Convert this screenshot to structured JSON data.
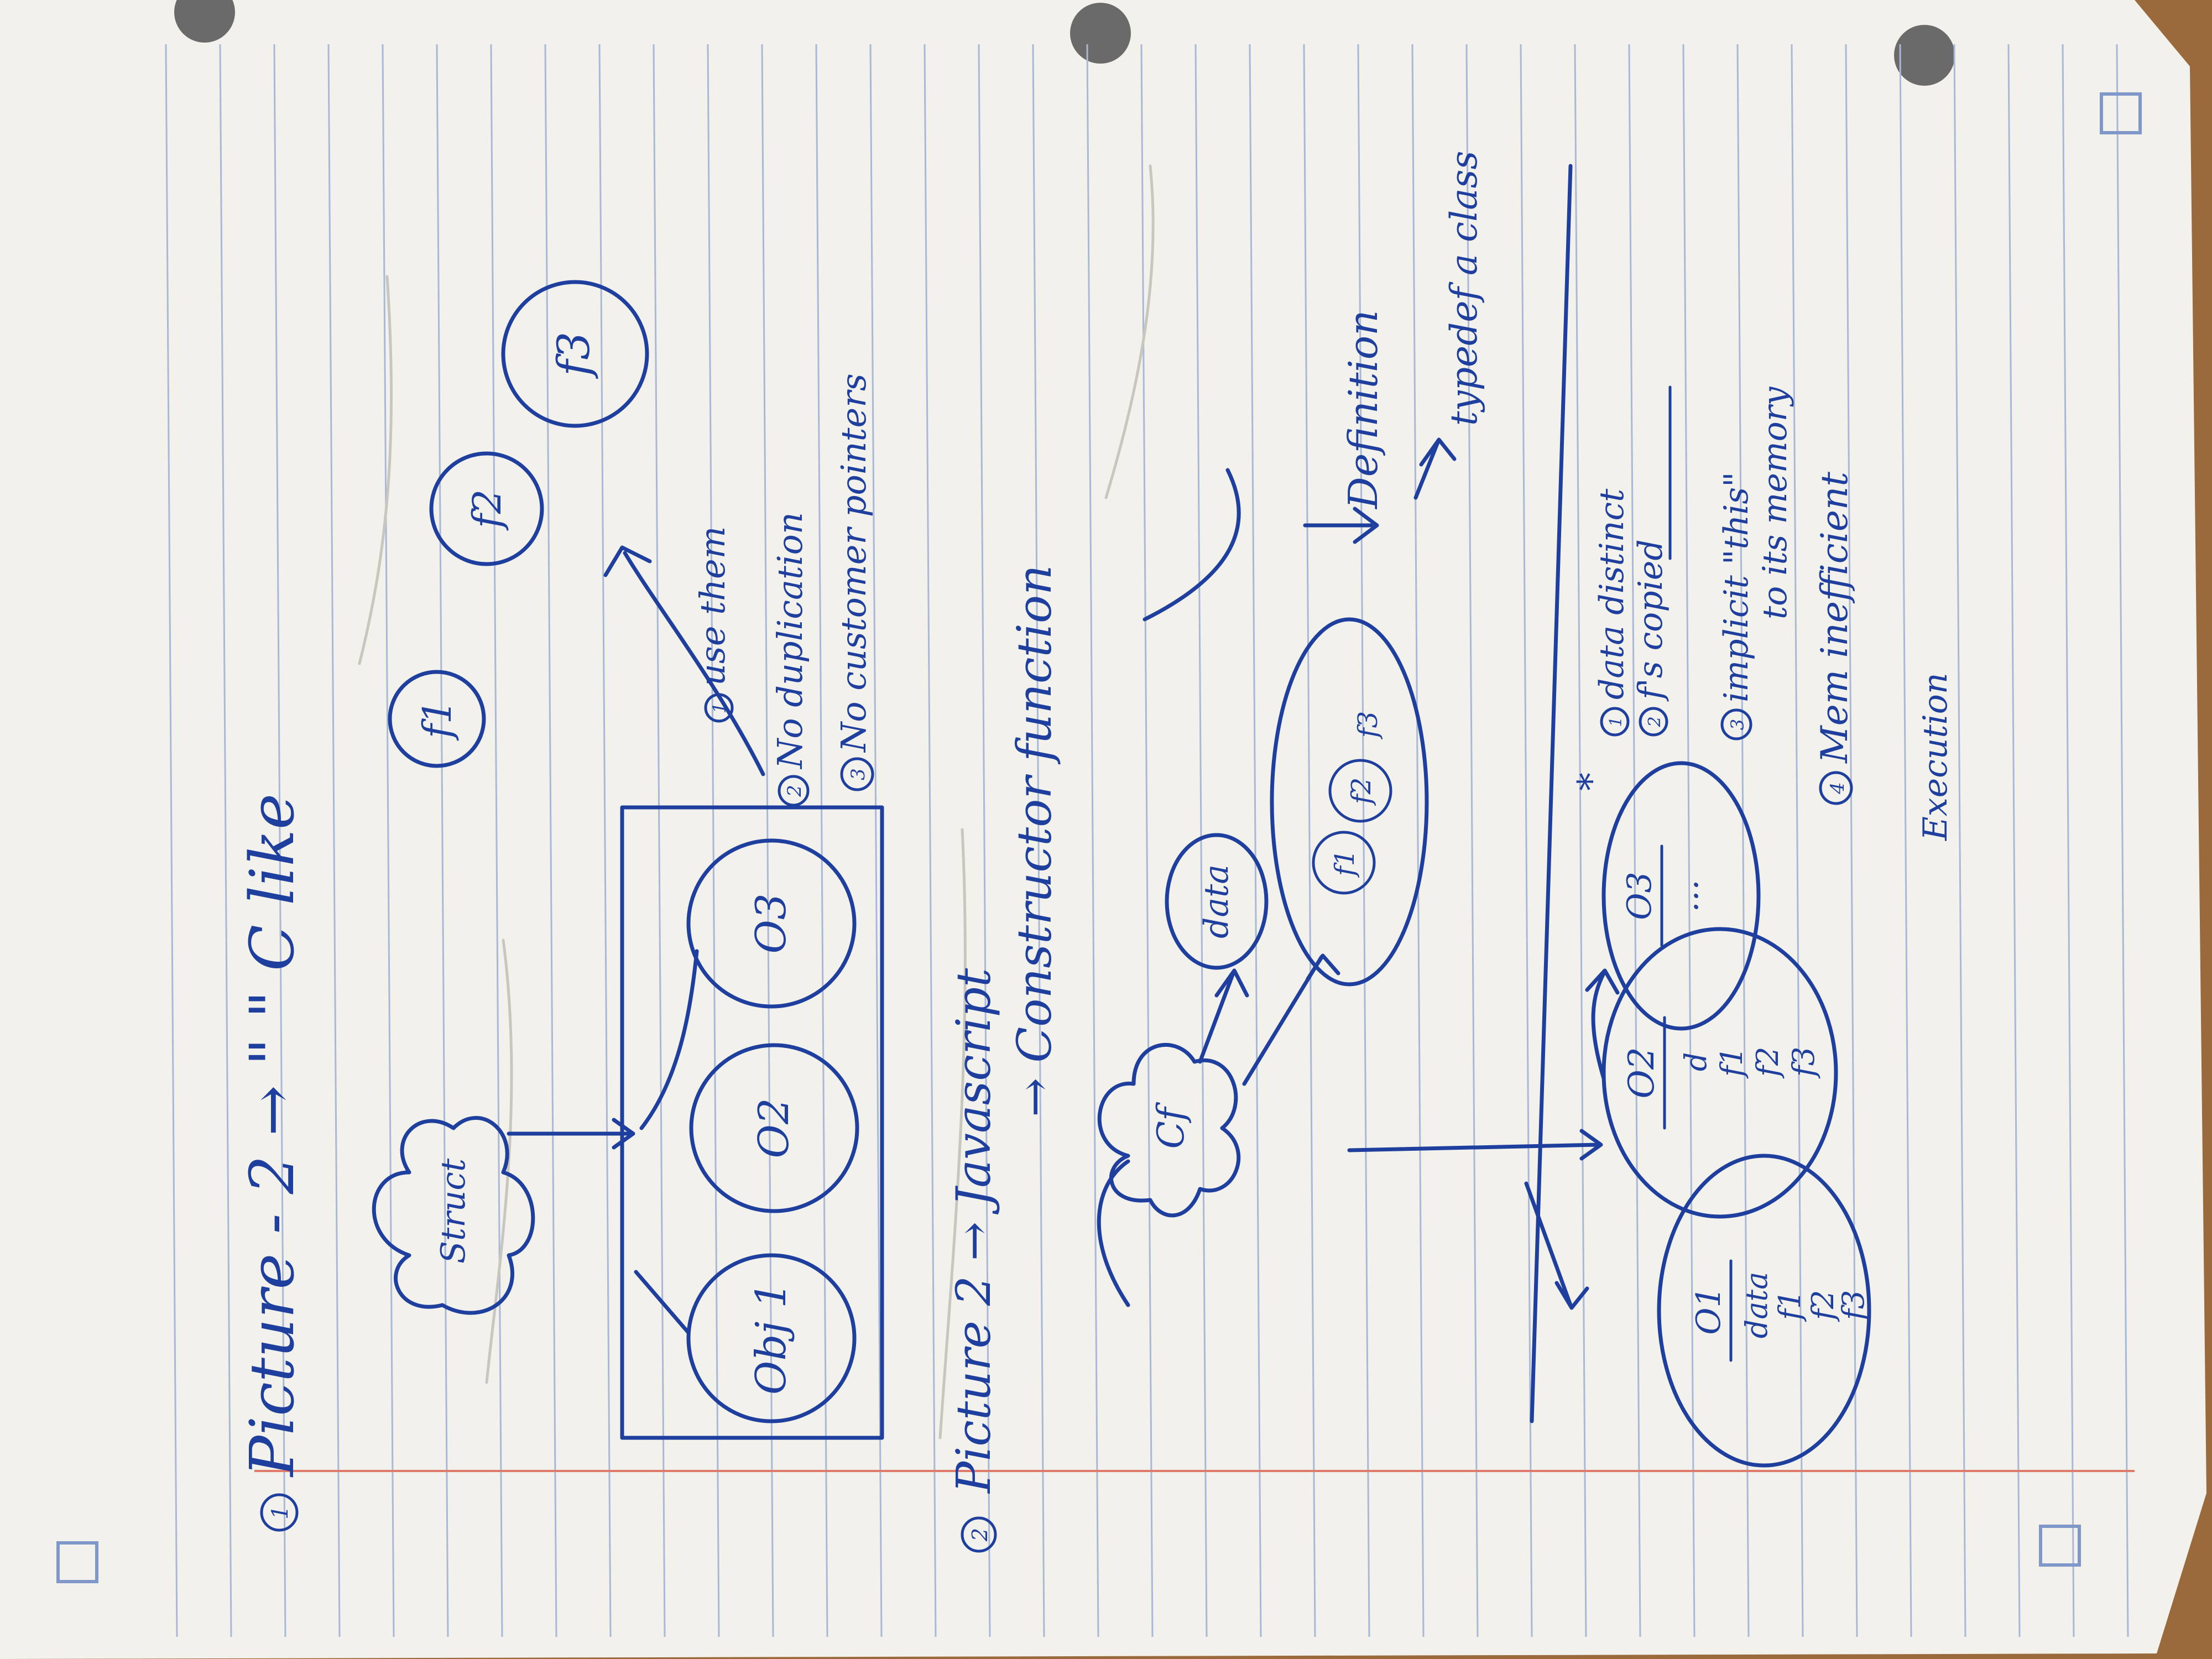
{
  "colors": {
    "desk": "#9a6a3c",
    "paper": "#f3f1ec",
    "rule_line": "#a9b8d6",
    "margin_line": "#e07a6a",
    "ink": "#1e3f9e"
  },
  "section1": {
    "number": "1",
    "heading": "Picture - 2 → \" \" C like",
    "struct_label": "Struct",
    "objects": [
      "Obj 1",
      "O2",
      "O3"
    ],
    "functions": [
      "f1",
      "f2",
      "f3"
    ],
    "points": [
      {
        "num": "1",
        "text": "use them"
      },
      {
        "num": "2",
        "text": "No duplication"
      },
      {
        "num": "3",
        "text": "No customer pointers"
      }
    ]
  },
  "section2": {
    "number": "2",
    "heading": "Picture 2 → Javascript",
    "subheading": "→ Constructor function",
    "cf_label": "Cf",
    "data_label": "data",
    "functions": [
      "f1",
      "f2",
      "f3"
    ],
    "definition": "Definition",
    "typedef": "typedef a class"
  },
  "section3": {
    "obj1": {
      "title": "O1",
      "lines": [
        "data",
        "f1",
        "f2",
        "f3"
      ]
    },
    "obj2": {
      "title": "O2",
      "lines": [
        "d",
        "f1",
        "f2",
        "f3"
      ]
    },
    "obj3": {
      "title": "O3",
      "lines": [
        "…"
      ]
    },
    "points": [
      {
        "num": "1",
        "text": "data distinct"
      },
      {
        "num": "2",
        "text": "f's copied"
      },
      {
        "num": "3",
        "text": "implicit \"this\""
      },
      {
        "num": "",
        "text": "to its memory"
      },
      {
        "num": "4",
        "text": "Mem inefficient"
      }
    ],
    "footer": "Execution"
  }
}
